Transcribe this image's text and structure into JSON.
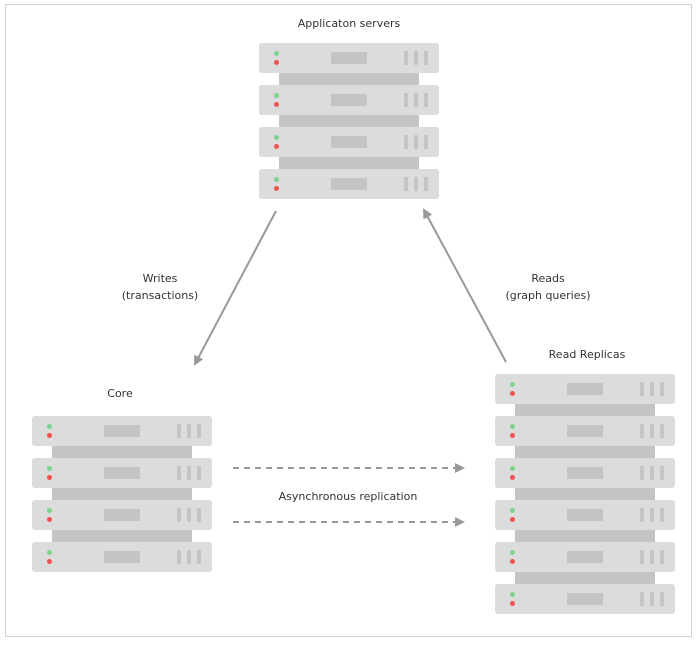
{
  "labels": {
    "app_servers": "Applicaton servers",
    "writes_line1": "Writes",
    "writes_line2": "(transactions)",
    "reads_line1": "Reads",
    "reads_line2": "(graph queries)",
    "read_replicas": "Read Replicas",
    "core": "Core",
    "async_replication": "Asynchronous replication"
  },
  "colors": {
    "server_body": "#dcdcdc",
    "server_detail": "#c4c4c4",
    "led_green": "#7ed18f",
    "led_red": "#ef5350",
    "arrow": "#999999",
    "frame_border": "#d3d3d3"
  },
  "stacks": {
    "app_servers": {
      "server_count": 4
    },
    "core": {
      "server_count": 4
    },
    "read_replicas": {
      "server_count": 6
    }
  }
}
